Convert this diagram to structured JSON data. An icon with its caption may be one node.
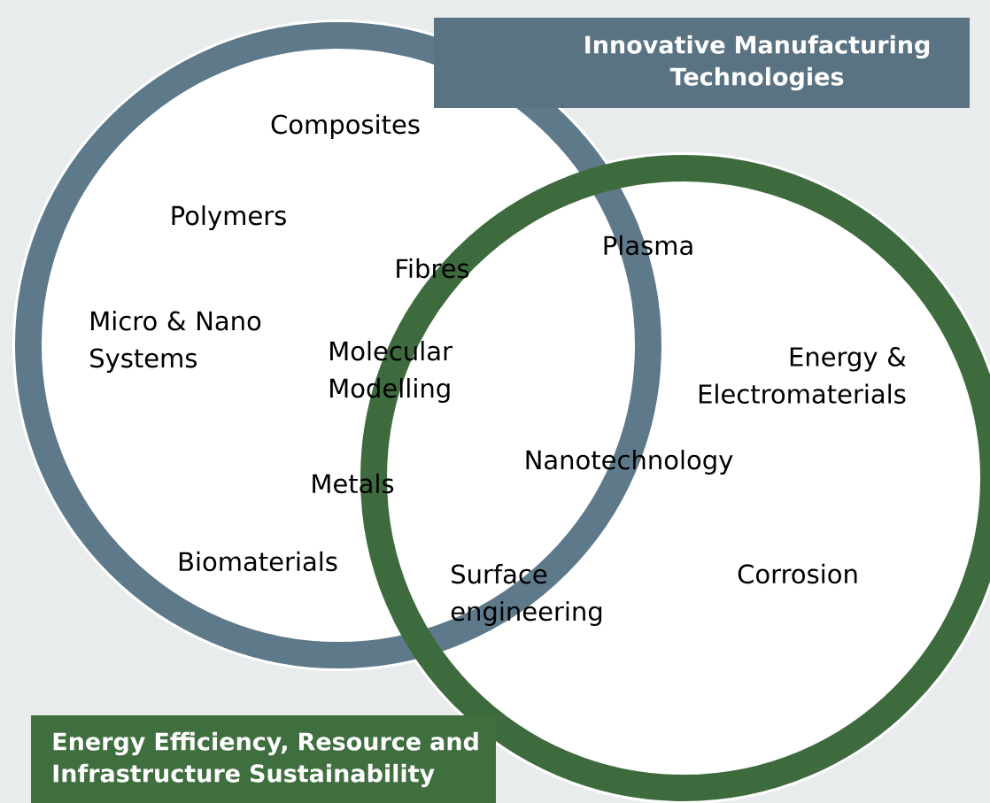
{
  "diagram": {
    "nodes": [
      {
        "text": [
          "Innovative Manufacturing Technologies"
        ]
      },
      {
        "text": [
          "Energy Efficiency, Resource and Infrastructure Sustainability"
        ]
      }
    ],
    "labels": [
      "Composites",
      "Polymers",
      "Plasma",
      "Fibres",
      "Micro & Nano Systems",
      "Molecular Modelling",
      "Energy & Electromaterials",
      "Nanotechnology",
      "Metals",
      "Biomaterials",
      "Surface engineering",
      "Corrosion"
    ]
  }
}
